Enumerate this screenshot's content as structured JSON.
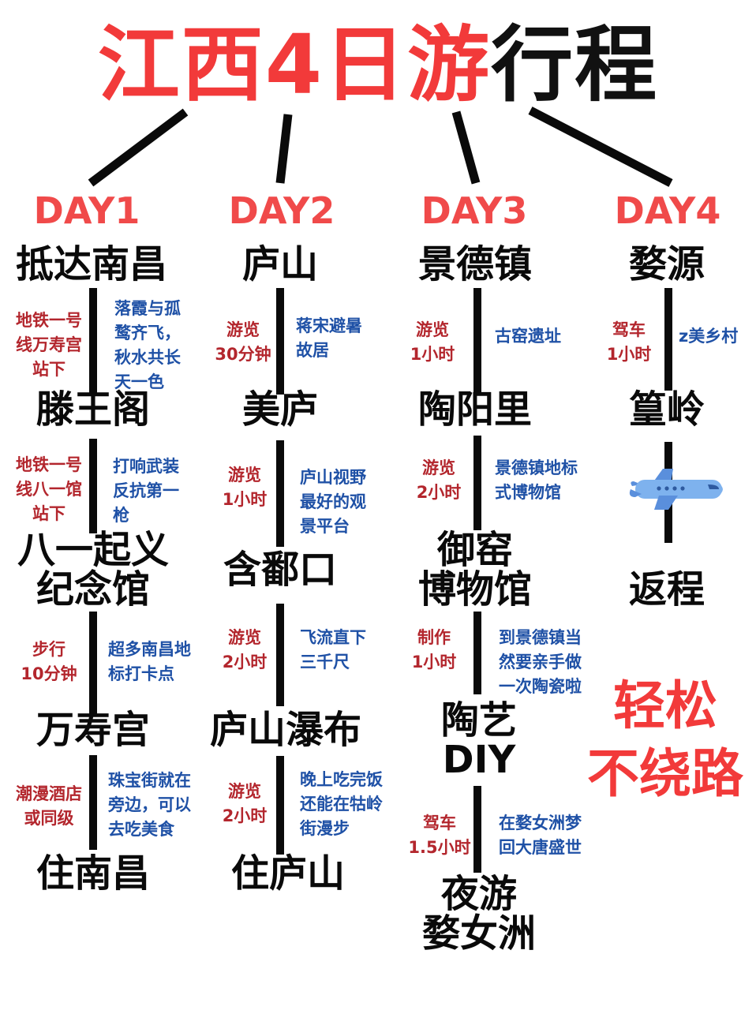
{
  "title": {
    "part_red": "江西4日游",
    "part_black": "行程"
  },
  "days": [
    {
      "label": "DAY1",
      "stops": [
        "抵达南昌",
        "滕王阁",
        "八一起义\n纪念馆",
        "万寿宫",
        "住南昌"
      ],
      "segments": [
        {
          "left": "地铁一号\n线万寿宫\n站下",
          "right": "落霞与孤\n鹜齐飞，\n秋水共长\n天一色"
        },
        {
          "left": "地铁一号\n线八一馆\n站下",
          "right": "打响武装\n反抗第一\n枪"
        },
        {
          "left": "步行\n10分钟",
          "right": "超多南昌地\n标打卡点"
        },
        {
          "left": "潮漫酒店\n或同级",
          "right": "珠宝街就在\n旁边，可以\n去吃美食"
        }
      ]
    },
    {
      "label": "DAY2",
      "stops": [
        "庐山",
        "美庐",
        "含鄱口",
        "庐山瀑布",
        "住庐山"
      ],
      "segments": [
        {
          "left": "游览\n30分钟",
          "right": "蒋宋避暑\n故居"
        },
        {
          "left": "游览\n1小时",
          "right": "庐山视野\n最好的观\n景平台"
        },
        {
          "left": "游览\n2小时",
          "right": "飞流直下\n三千尺"
        },
        {
          "left": "游览\n2小时",
          "right": "晚上吃完饭\n还能在牯岭\n街漫步"
        }
      ]
    },
    {
      "label": "DAY3",
      "stops": [
        "景德镇",
        "陶阳里",
        "御窑\n博物馆",
        "陶艺\nDIY",
        "夜游\n婺女洲"
      ],
      "segments": [
        {
          "left": "游览\n1小时",
          "right": "古窑遗址"
        },
        {
          "left": "游览\n2小时",
          "right": "景德镇地标\n式博物馆"
        },
        {
          "left": "制作\n1小时",
          "right": "到景德镇当\n然要亲手做\n一次陶瓷啦"
        },
        {
          "left": "驾车\n1.5小时",
          "right": "在婺女洲梦\n回大唐盛世"
        }
      ]
    },
    {
      "label": "DAY4",
      "stops": [
        "婺源",
        "篁岭",
        "返程"
      ],
      "segments": [
        {
          "left": "驾车\n1小时",
          "right": "z美乡村"
        }
      ],
      "icon": "airplane-icon"
    }
  ],
  "slogan": "轻松\n不绕路",
  "colors": {
    "accent_red": "#f23a3a",
    "note_red": "#b3262d",
    "note_blue": "#1f51a6",
    "text": "#0a0a0a"
  }
}
